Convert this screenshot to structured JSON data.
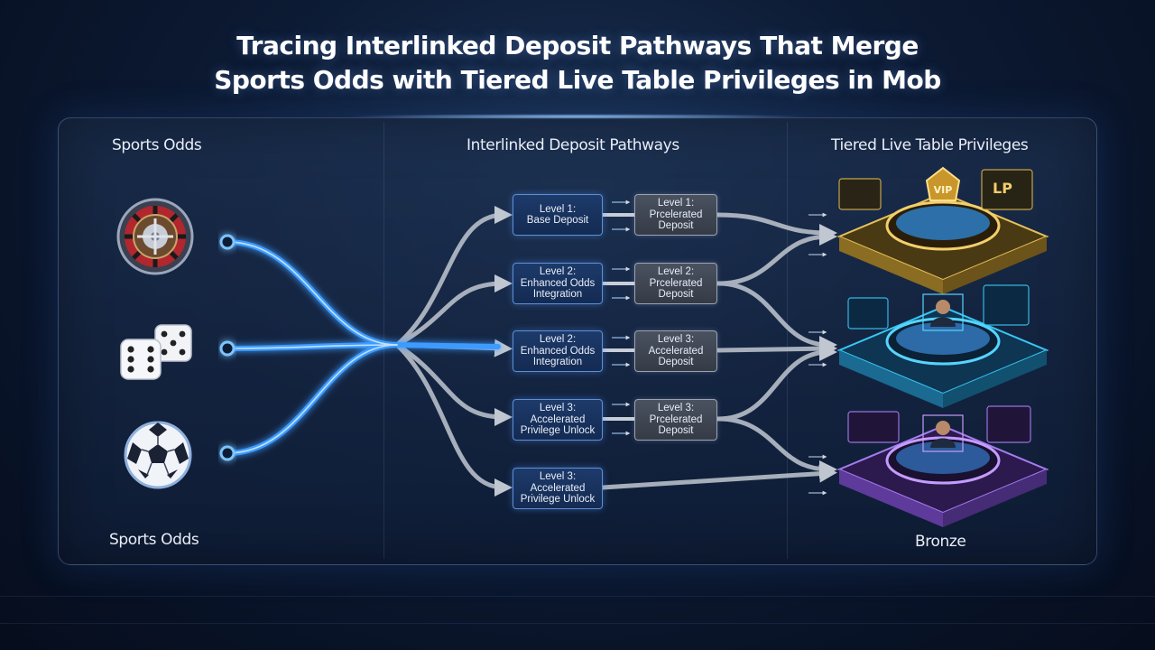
{
  "title": {
    "line1": "Tracing Interlinked Deposit Pathways That Merge",
    "line2": "Sports Odds with Tiered Live Table Privileges in Mob"
  },
  "columns": {
    "left_top": "Sports Odds",
    "center": "Interlinked Deposit Pathways",
    "right": "Tiered Live Table Privileges",
    "left_bottom": "Sports Odds",
    "right_bottom": "Bronze"
  },
  "sources": [
    {
      "icon": "roulette-wheel-icon"
    },
    {
      "icon": "dice-icon"
    },
    {
      "icon": "soccer-ball-icon"
    }
  ],
  "level_nodes": [
    {
      "line1": "Level 1:",
      "line2": "Base Deposit"
    },
    {
      "line1": "Level 2:",
      "line2": "Enhanced Odds",
      "line3": "Integration"
    },
    {
      "line1": "Level 2:",
      "line2": "Enhanced Odds",
      "line3": "Integration"
    },
    {
      "line1": "Level 3:",
      "line2": "Accelerated",
      "line3": "Privilege Unlock"
    },
    {
      "line1": "Level 3:",
      "line2": "Accelerated",
      "line3": "Privilege Unlock"
    }
  ],
  "deposit_nodes": [
    {
      "line1": "Level 1:",
      "line2": "Prcelerated",
      "line3": "Deposit"
    },
    {
      "line1": "Level 2:",
      "line2": "Prcelerated",
      "line3": "Deposit"
    },
    {
      "line1": "Level 3:",
      "line2": "Accelerated",
      "line3": "Deposit"
    },
    {
      "line1": "Level 3:",
      "line2": "Prcelerated",
      "line3": "Deposit"
    }
  ],
  "tiers": [
    {
      "color": "#e7c15a",
      "badge": "VIP",
      "icon": "vip-crown-icon"
    },
    {
      "color": "#38c6f2",
      "icon": "dealer-icon"
    },
    {
      "color": "#a77cf0",
      "icon": "dealer-icon"
    }
  ]
}
